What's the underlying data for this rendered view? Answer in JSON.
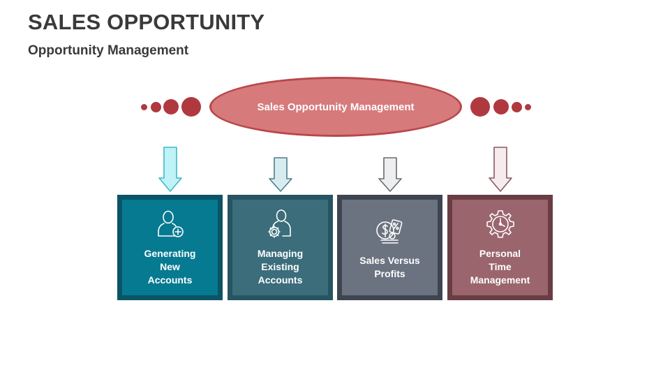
{
  "header": {
    "title": "SALES OPPORTUNITY",
    "subtitle": "Opportunity Management"
  },
  "center": {
    "label": "Sales Opportunity Management",
    "fill_color": "#d77a7c",
    "border_color": "#b9474b",
    "dot_color": "#b0393f"
  },
  "cards": [
    {
      "label": "Generating\nNew\nAccounts",
      "icon": "add-user-icon",
      "outer_color": "#0b5466",
      "inner_color": "#067a91",
      "arrow_fill": "#bff3f8",
      "arrow_stroke": "#3fb8c6"
    },
    {
      "label": "Managing\nExisting\nAccounts",
      "icon": "user-gear-icon",
      "outer_color": "#265561",
      "inner_color": "#3b6d7b",
      "arrow_fill": "#d8ecef",
      "arrow_stroke": "#4c7f8a"
    },
    {
      "label": "Sales Versus\nProfits",
      "icon": "money-percent-icon",
      "outer_color": "#3f4550",
      "inner_color": "#6b7280",
      "arrow_fill": "#eeeeee",
      "arrow_stroke": "#666b72"
    },
    {
      "label": "Personal\nTime\nManagement",
      "icon": "clock-gear-icon",
      "outer_color": "#6a3d45",
      "inner_color": "#9b656d",
      "arrow_fill": "#f6eced",
      "arrow_stroke": "#8a5a60"
    }
  ]
}
